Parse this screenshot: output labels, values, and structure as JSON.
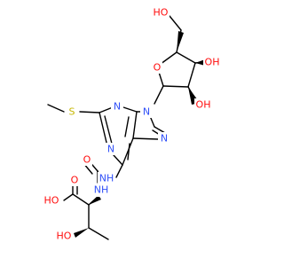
{
  "colors": {
    "oxygen": "#ff0d0d",
    "nitrogen": "#3050f8",
    "sulfur": "#c6b700",
    "carbon": "#000000",
    "background": "#ffffff"
  },
  "atoms": {
    "ho_top": "HO",
    "oh_ribose_right": "OH",
    "oh_ribose_bottom": "OH",
    "o_ring": "O",
    "n9": "N",
    "n3": "N",
    "n1": "N",
    "n7": "N",
    "s": "S",
    "nh_urea_left": "NH",
    "nh_urea_right": "NH",
    "o_urea": "O",
    "o_acid": "O",
    "ho_acid": "HO",
    "ho_side": "HO"
  }
}
